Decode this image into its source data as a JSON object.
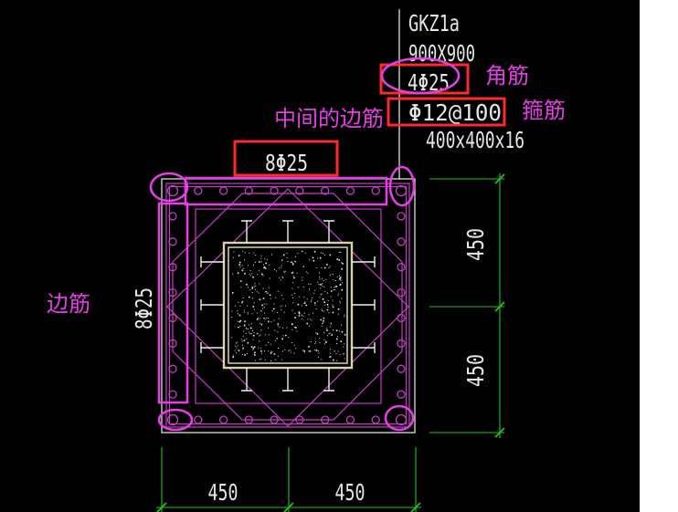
{
  "drawing": {
    "column_label": "GKZ1a",
    "section_size": "900X900",
    "corner_bars": "4Φ25",
    "stirrups": "Φ12@100",
    "steel_tube": "400x400x16",
    "top_middle_bars": "8Φ25",
    "left_side_bars": "8Φ25"
  },
  "dimensions": {
    "right": [
      "450",
      "450"
    ],
    "bottom": [
      "450",
      "450"
    ]
  },
  "annotations": {
    "corner_bars_note": "角筋",
    "stirrups_note": "箍筋",
    "middle_side_bars_note": "中间的边筋",
    "side_bars_note": "边筋"
  },
  "colors": {
    "background": "#000000",
    "drawing_text": "#e6e6e6",
    "annotation": "#e33fe3",
    "highlight_box": "#ff2a2a",
    "dimension": "#21c421",
    "steel_tube": "#d9d4a5",
    "rebar": "#c23fc2",
    "outline": "#f0f0f0",
    "side_strip": "#ffffff"
  }
}
